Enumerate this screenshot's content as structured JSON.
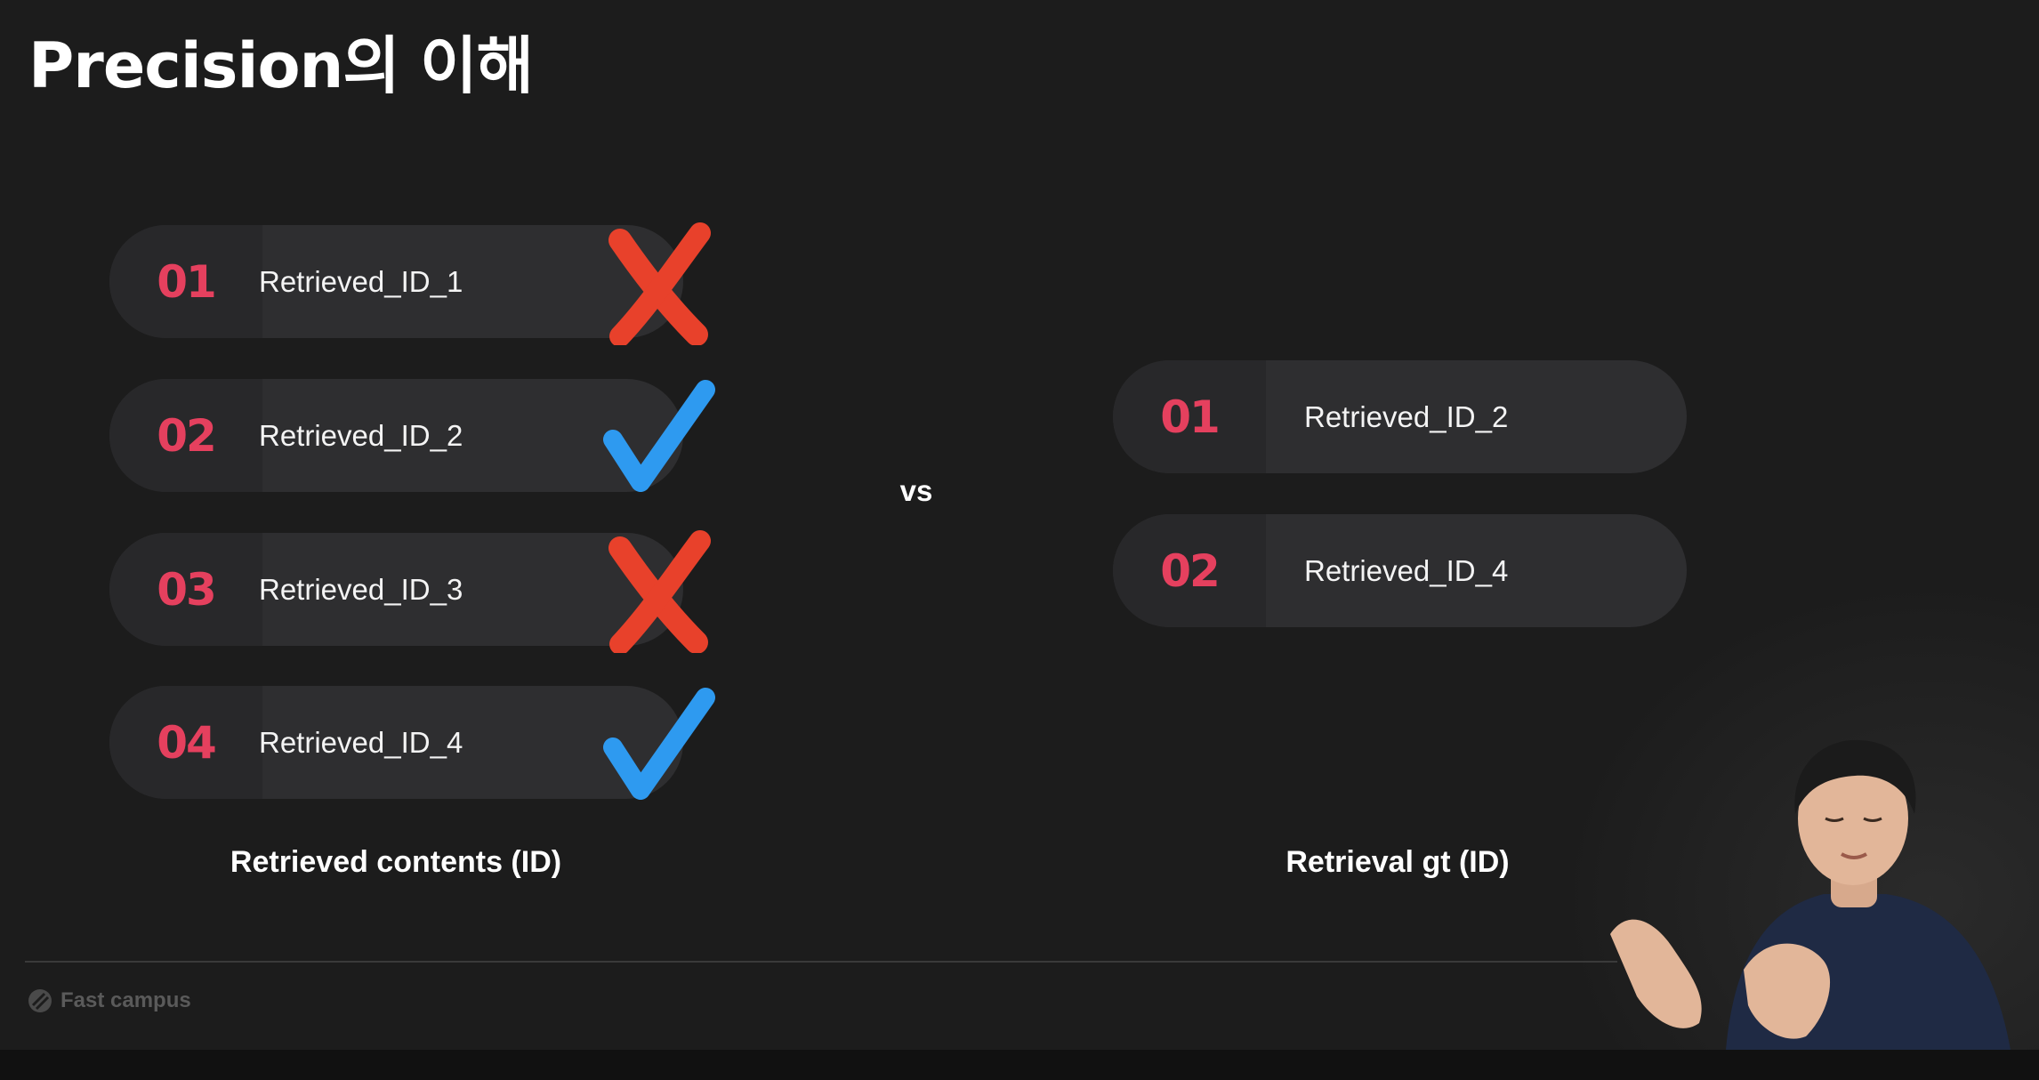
{
  "slide": {
    "title": "Precision의 이해",
    "vs_label": "vs"
  },
  "retrieved": {
    "caption": "Retrieved contents (ID)",
    "items": [
      {
        "num": "01",
        "id": "Retrieved_ID_1",
        "mark": "cross-icon"
      },
      {
        "num": "02",
        "id": "Retrieved_ID_2",
        "mark": "check-icon"
      },
      {
        "num": "03",
        "id": "Retrieved_ID_3",
        "mark": "cross-icon"
      },
      {
        "num": "04",
        "id": "Retrieved_ID_4",
        "mark": "check-icon"
      }
    ]
  },
  "ground_truth": {
    "caption": "Retrieval gt (ID)",
    "items": [
      {
        "num": "01",
        "id": "Retrieved_ID_2"
      },
      {
        "num": "02",
        "id": "Retrieved_ID_4"
      }
    ]
  },
  "branding": {
    "logo_text": "Fast campus"
  },
  "colors": {
    "background": "#1c1c1c",
    "pill": "#2e2e30",
    "number_accent": "#e5405e",
    "cross": "#e8412b",
    "check": "#2e9af0",
    "text": "#ffffff"
  }
}
